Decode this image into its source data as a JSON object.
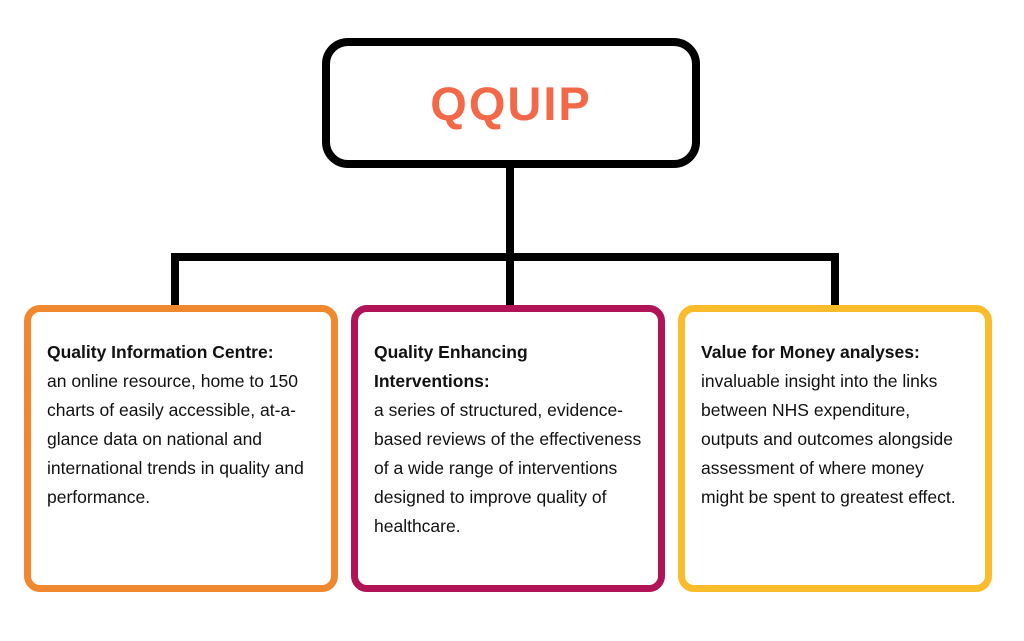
{
  "diagram": {
    "root": {
      "label": "QQUIP",
      "text_color": "#f26849",
      "border_color": "#000000"
    },
    "connector_color": "#000000",
    "boxes": [
      {
        "id": "quality-information-centre",
        "title": "Quality Information Centre:",
        "body": "an online resource, home to 150 charts of easily accessible, at-a-glance data on national and international trends in quality and performance.",
        "border_color": "#f0882f"
      },
      {
        "id": "quality-enhancing-interventions",
        "title": "Quality Enhancing Interventions:",
        "body": "a series of structured, evidence-based reviews of the effectiveness of a wide range of interventions designed to improve quality of healthcare.",
        "border_color": "#b01356"
      },
      {
        "id": "value-for-money-analyses",
        "title": "Value for Money analyses:",
        "body": "invaluable insight into the links between NHS expenditure, outputs and outcomes alongside assessment of where money might be spent to greatest effect.",
        "border_color": "#fbbc2c"
      }
    ]
  }
}
